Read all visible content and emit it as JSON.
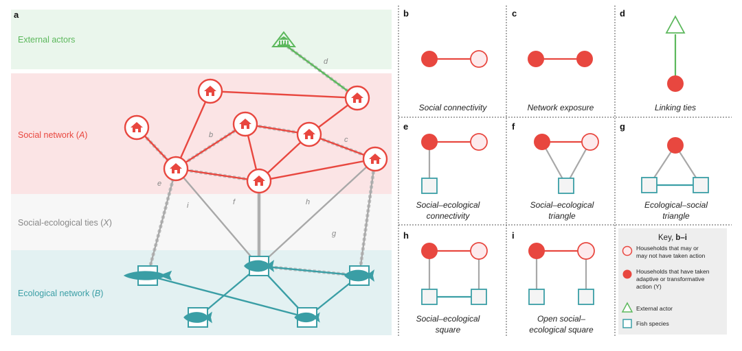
{
  "panel_a": {
    "letter": "a",
    "bands": {
      "external": {
        "label": "External actors",
        "color": "#5cb85c"
      },
      "social": {
        "label": "Social network (",
        "var": "A",
        "close": ")",
        "color": "#e8473f"
      },
      "ties": {
        "label": "Social-ecological ties (",
        "var": "X",
        "close": ")",
        "color": "#888888"
      },
      "ecological": {
        "label": "Ecological network (",
        "var": "B",
        "close": ")",
        "color": "#3a9ea5"
      }
    },
    "edge_letters": [
      "d",
      "b",
      "c",
      "e",
      "i",
      "f",
      "h",
      "g"
    ]
  },
  "panels": [
    {
      "letter": "b",
      "caption": [
        "Social connectivity"
      ]
    },
    {
      "letter": "c",
      "caption": [
        "Network exposure"
      ]
    },
    {
      "letter": "d",
      "caption": [
        "Linking ties"
      ]
    },
    {
      "letter": "e",
      "caption": [
        "Social–ecological",
        "connectivity"
      ]
    },
    {
      "letter": "f",
      "caption": [
        "Social–ecological",
        "triangle"
      ]
    },
    {
      "letter": "g",
      "caption": [
        "Ecological–social",
        "triangle"
      ]
    },
    {
      "letter": "h",
      "caption": [
        "Social–ecological",
        "square"
      ]
    },
    {
      "letter": "i",
      "caption": [
        "Open social–",
        "ecological square"
      ]
    }
  ],
  "key": {
    "title": "Key, ",
    "title_bold": "b–i",
    "items": [
      {
        "icon": "open-circle",
        "lines": [
          "Households that may or",
          "may not have taken action"
        ]
      },
      {
        "icon": "filled-circle",
        "lines": [
          "Households that have taken",
          "adaptive or transformative",
          "action (Y)"
        ]
      },
      {
        "icon": "triangle",
        "lines": [
          "External actor"
        ]
      },
      {
        "icon": "square",
        "lines": [
          "Fish species"
        ]
      }
    ]
  },
  "colors": {
    "red": "#e8473f",
    "teal": "#3a9ea5",
    "green": "#5cb85c",
    "grey": "#a8a8a8",
    "pink_fill": "#fdeaec"
  }
}
